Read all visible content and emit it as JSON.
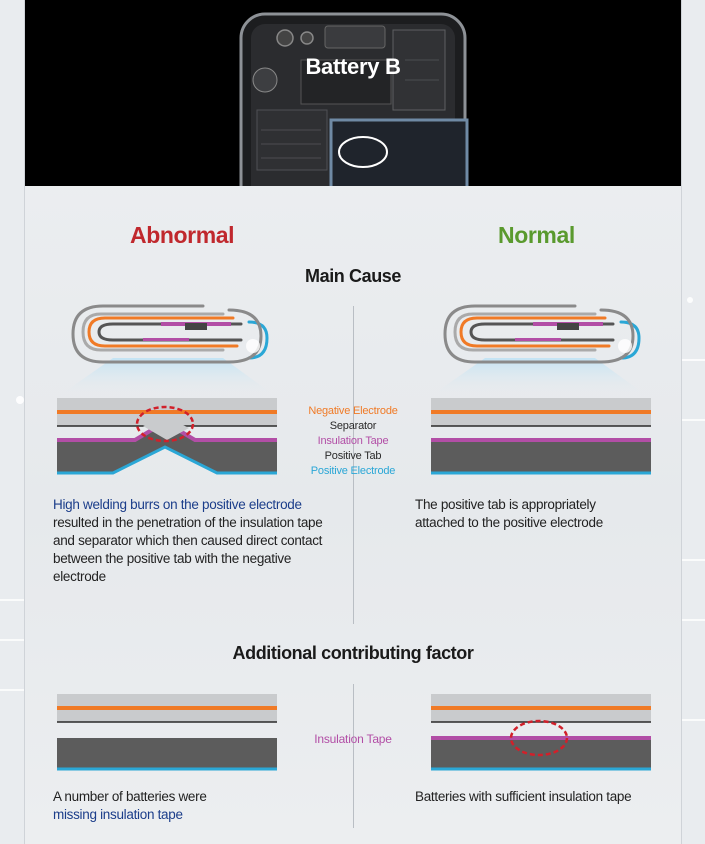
{
  "hero": {
    "title": "Battery B"
  },
  "columns": {
    "abnormal": {
      "title": "Abnormal",
      "color": "#c0282d"
    },
    "normal": {
      "title": "Normal",
      "color": "#5a9a2e"
    }
  },
  "sections": {
    "main_cause": "Main Cause",
    "additional": "Additional contributing factor"
  },
  "layer_legend": [
    {
      "label": "Negative Electrode",
      "color": "#f07a26"
    },
    {
      "label": "Separator",
      "color": "#2a2a2a"
    },
    {
      "label": "Insulation Tape",
      "color": "#b24ea6"
    },
    {
      "label": "Positive Tab",
      "color": "#2a2a2a"
    },
    {
      "label": "Positive Electrode",
      "color": "#2aa7d6"
    }
  ],
  "insulation_label": "Insulation Tape",
  "main_cause_text": {
    "abnormal_highlight": "High welding burrs on the positive electrode",
    "abnormal_rest": " resulted in the penetration of the insulation tape and separator which then caused direct contact between the positive tab with the negative electrode",
    "normal": "The positive tab is appropriately attached to the positive electrode"
  },
  "additional_text": {
    "abnormal_plain": "A number of batteries were",
    "abnormal_highlight": "missing insulation tape",
    "normal": "Batteries with sufficient insulation tape"
  },
  "colors": {
    "negative_electrode": "#f07a26",
    "insulation_tape": "#b24ea6",
    "positive_electrode": "#2aa7d6",
    "positive_tab": "#5a5a5a",
    "highlight_text": "#1b3d8a",
    "defect_marker": "#d1202a"
  }
}
